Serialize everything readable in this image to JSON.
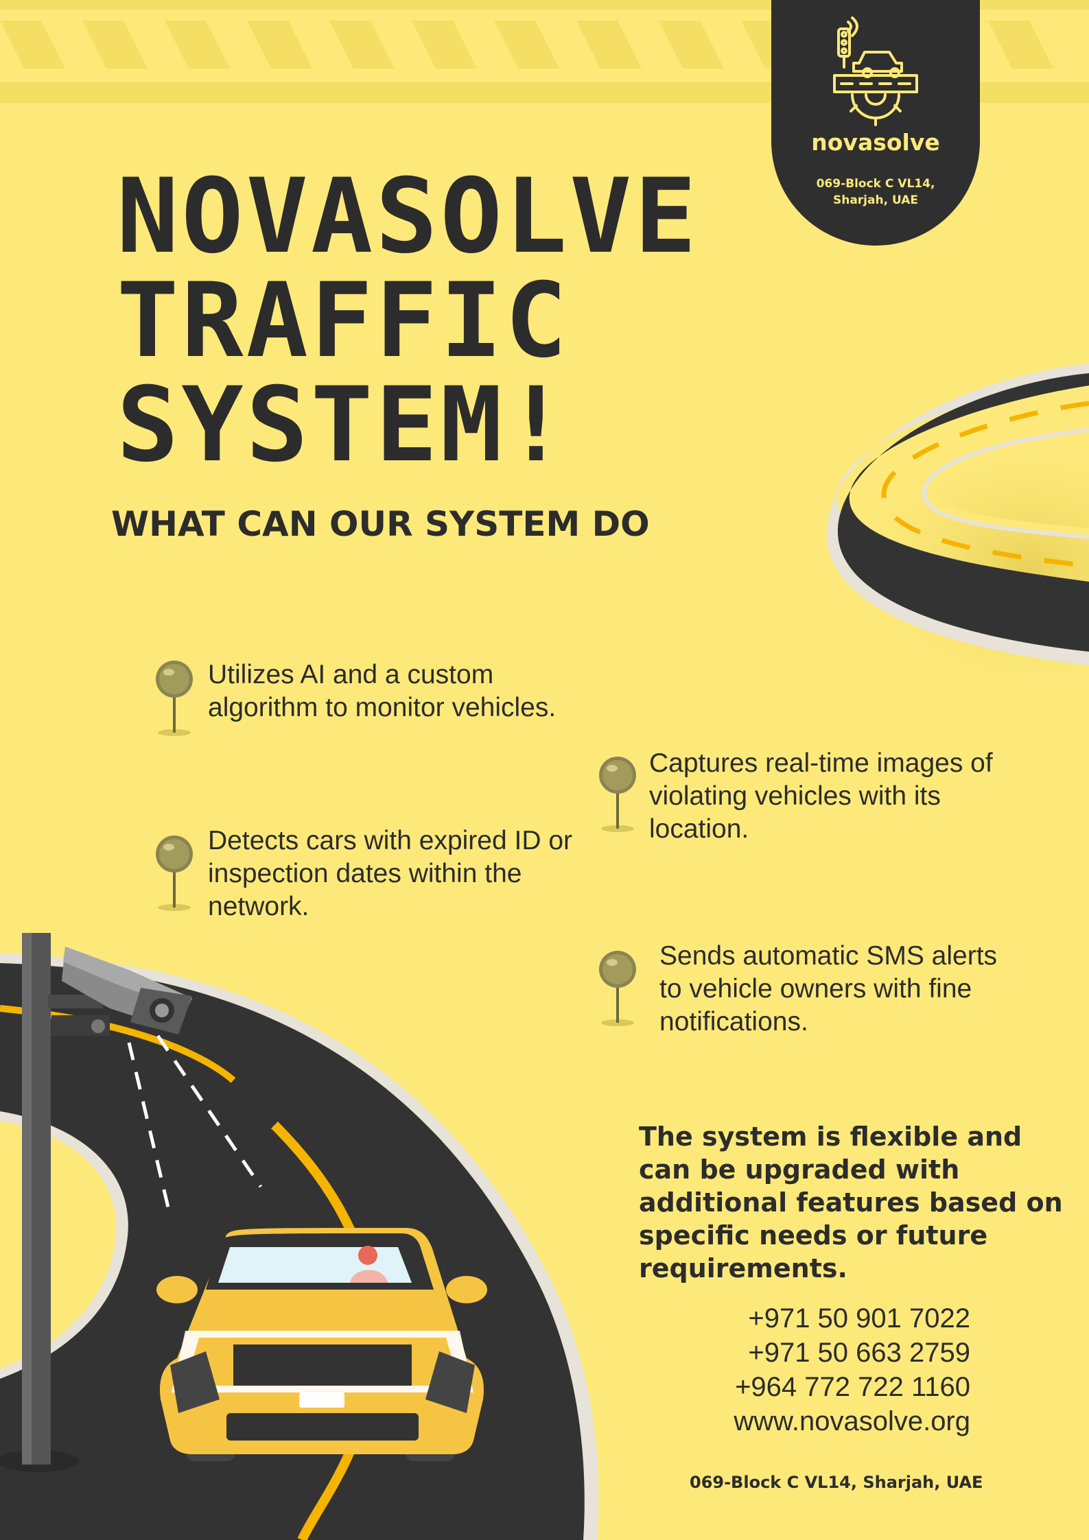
{
  "brand": {
    "name": "novasolve",
    "address_line1": "069-Block C VL14,",
    "address_line2": "Sharjah, UAE"
  },
  "headline": {
    "line1": "NOVASOLVE",
    "line2": "TRAFFIC",
    "line3": "SYSTEM!"
  },
  "subheading": "WHAT CAN OUR SYSTEM DO",
  "features": [
    "Utilizes AI and a custom algorithm to monitor vehicles.",
    "Detects cars with expired ID or inspection dates within the network.",
    "Captures real-time images of violating vehicles with its location.",
    "Sends automatic SMS alerts to vehicle owners with fine notifications."
  ],
  "note": "The system is flexible and can be upgraded with additional features based on specific needs or future requirements.",
  "contacts": {
    "phone1": "+971 50 901  7022",
    "phone2": "+971 50 663 2759",
    "phone3": "+964 772 722 1160",
    "website": "www.novasolve.org"
  },
  "footer_address": "069-Block C VL14, Sharjah, UAE",
  "colors": {
    "background": "#fde97a",
    "dark": "#2f2f2f",
    "road_line": "#f5b400",
    "car": "#f6c443"
  },
  "icons": [
    "traffic-light-icon",
    "car-icon",
    "gear-icon",
    "map-pin-icon",
    "security-camera-icon"
  ]
}
